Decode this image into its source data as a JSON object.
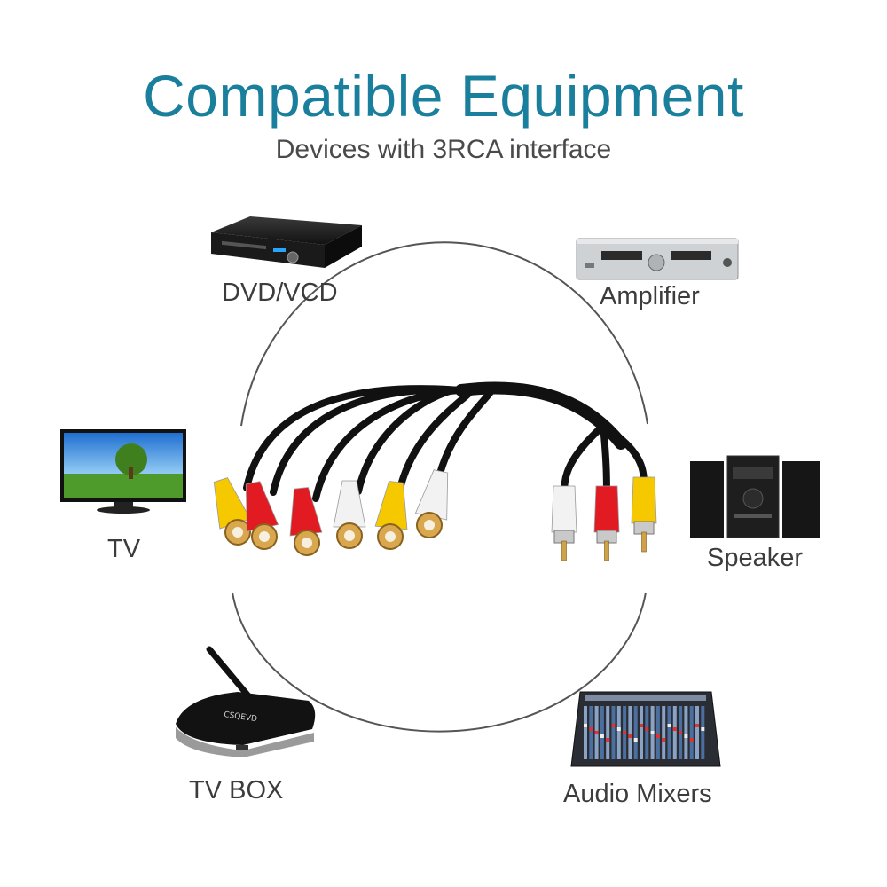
{
  "header": {
    "title": "Compatible Equipment",
    "subtitle": "Devices with 3RCA interface"
  },
  "devices": [
    {
      "label": "DVD/VCD",
      "icon": "dvd-player-icon"
    },
    {
      "label": "Amplifier",
      "icon": "amplifier-icon"
    },
    {
      "label": "TV",
      "icon": "tv-icon"
    },
    {
      "label": "Speaker",
      "icon": "speaker-icon"
    },
    {
      "label": "TV BOX",
      "icon": "tv-box-icon"
    },
    {
      "label": "Audio Mixers",
      "icon": "audio-mixer-icon"
    }
  ],
  "tvbox_brand": "CSQEVD",
  "cable": {
    "name": "rca-splitter-cable",
    "female_jacks": [
      "yellow",
      "red",
      "red",
      "white",
      "yellow",
      "white"
    ],
    "male_plugs": [
      "white",
      "red",
      "yellow"
    ],
    "colors": {
      "yellow": "#f5c800",
      "red": "#e21b23",
      "white": "#f2f2f2",
      "cable": "#111111"
    }
  }
}
